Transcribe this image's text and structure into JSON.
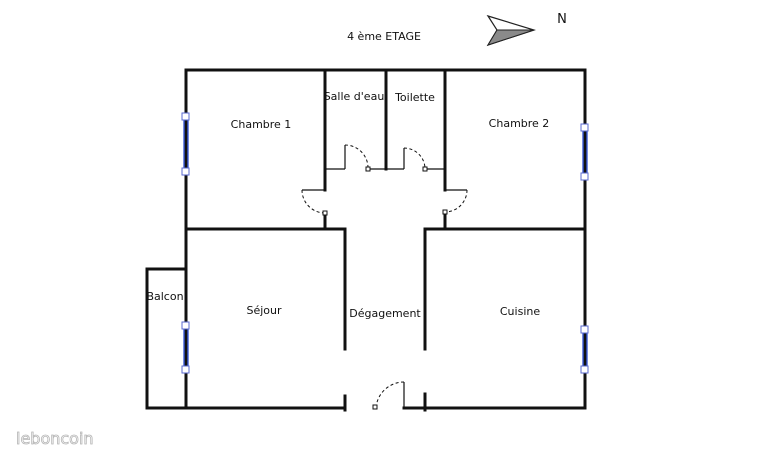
{
  "floor_title": "4 ème ETAGE",
  "north_label": "N",
  "rooms": {
    "chambre1": "Chambre 1",
    "salle_deau": "Salle d'eau",
    "toilette": "Toilette",
    "chambre2": "Chambre 2",
    "balcon": "Balcon",
    "sejour": "Séjour",
    "degagement": "Dégagement",
    "cuisine": "Cuisine"
  },
  "watermark": "leboncoin",
  "colors": {
    "wall": "#111111",
    "window": "#3b5bd6"
  }
}
